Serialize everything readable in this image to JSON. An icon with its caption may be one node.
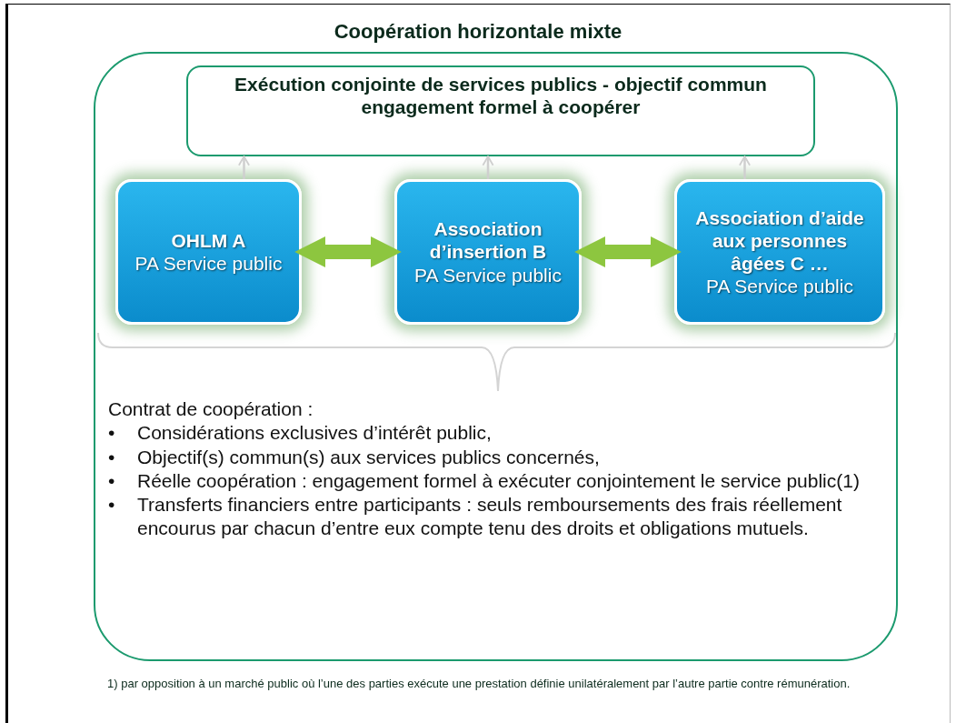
{
  "diagram": {
    "title": "Coopération horizontale mixte",
    "nodes": [
      {
        "text": [
          "Contrat de coopération :",
          "• Considérations exclusives d’intérêt public,",
          "• Objectif(s) commun(s) aux services publics concernés,",
          "• Réelle coopération : engagement formel à exécuter conjointement le service public(1)",
          "• Transferts financiers entre participants : seuls remboursements des frais réellement encourus par chacun d’entre eux compte tenu des droits et obligations mutuels."
        ]
      },
      {
        "text": [
          "Exécution conjointe de services publics - objectif commun engagement formel à coopérer"
        ],
        "in": 0
      },
      {
        "text": [
          "OHLM A",
          "PA Service public"
        ],
        "in": 0
      },
      {
        "text": [
          "Association d’insertion B",
          "PA Service public"
        ],
        "in": 0
      },
      {
        "text": [
          "Association d’aide aux personnes âgées C …",
          "PA Service public"
        ],
        "in": 0
      }
    ],
    "edges": [
      {
        "from": 2,
        "to": 1,
        "arrow": "to"
      },
      {
        "from": 3,
        "to": 1,
        "arrow": "to"
      },
      {
        "from": 4,
        "to": 1,
        "arrow": "to"
      },
      {
        "from": 2,
        "to": 3,
        "arrow": "both",
        "style": "thick",
        "color": "#8dc63f"
      },
      {
        "from": 3,
        "to": 4,
        "arrow": "both",
        "style": "thick",
        "color": "#8dc63f"
      }
    ],
    "labels": [
      "1) par opposition à un marché public où l’une des parties exécute une prestation définie unilatéralement par l’autre partie contre rémunération."
    ]
  }
}
